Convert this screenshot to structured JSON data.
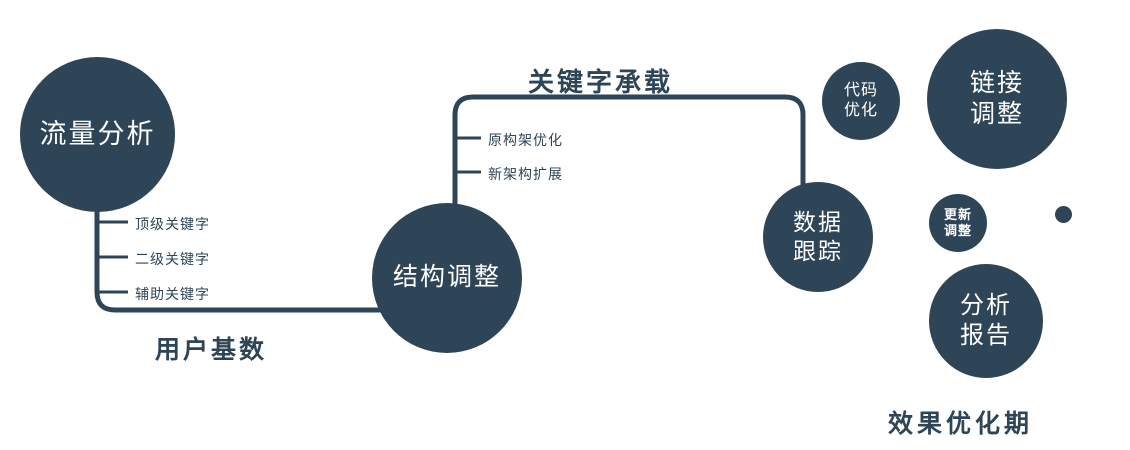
{
  "diagram": {
    "accent_color": "#2e4557",
    "nodes": {
      "traffic": {
        "label": "流量分析"
      },
      "structure": {
        "label": "结构调整"
      },
      "tracking": {
        "line1": "数据",
        "line2": "跟踪"
      },
      "code": {
        "line1": "代码",
        "line2": "优化"
      },
      "link": {
        "line1": "链接",
        "line2": "调整"
      },
      "update": {
        "line1": "更新",
        "line2": "调整"
      },
      "report": {
        "line1": "分析",
        "line2": "报告"
      }
    },
    "edge_labels": {
      "user_base": "用户基数",
      "keyword_carry": "关键字承载"
    },
    "branches_left": {
      "0": "顶级关键字",
      "1": "二级关键字",
      "2": "辅助关键字"
    },
    "branches_mid": {
      "0": "原构架优化",
      "1": "新架构扩展"
    },
    "footer": "效果优化期"
  }
}
